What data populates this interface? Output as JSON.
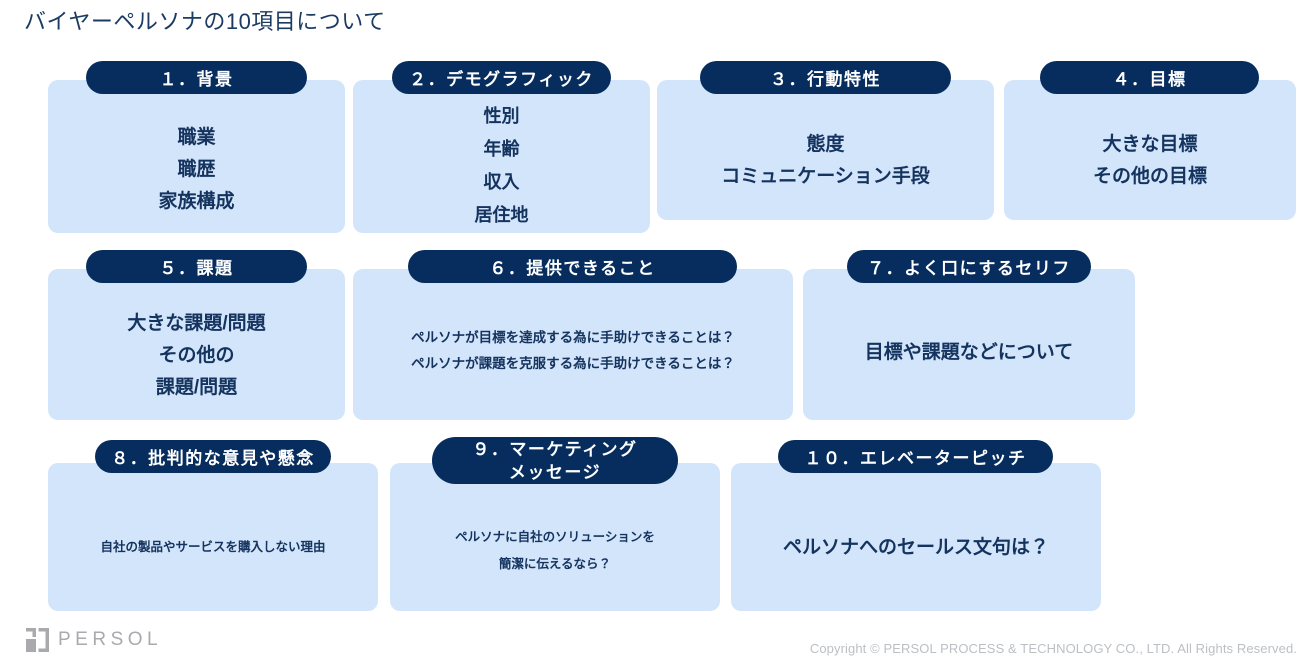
{
  "page": {
    "title": "バイヤーペルソナの10項目について",
    "accent_navy": "#062d5e",
    "card_blue": "#d3e5fa",
    "text_navy": "#14335e"
  },
  "cards": [
    {
      "number": "1",
      "header": "１．背景",
      "lines": [
        "職業",
        "職歴",
        "家族構成"
      ]
    },
    {
      "number": "2",
      "header": "２．デモグラフィック",
      "lines": [
        "性別",
        "年齢",
        "収入",
        "居住地"
      ]
    },
    {
      "number": "3",
      "header": "３．行動特性",
      "lines": [
        "態度",
        "コミュニケーション手段"
      ]
    },
    {
      "number": "4",
      "header": "４．目標",
      "lines": [
        "大きな目標",
        "その他の目標"
      ]
    },
    {
      "number": "5",
      "header": "５．課題",
      "lines": [
        "大きな課題/問題",
        "その他の",
        "課題/問題"
      ]
    },
    {
      "number": "6",
      "header": "６．提供できること",
      "lines": [
        "ペルソナが目標を達成する為に手助けできることは？",
        "ペルソナが課題を克服する為に手助けできることは？"
      ]
    },
    {
      "number": "7",
      "header": "７．よく口にするセリフ",
      "lines": [
        "目標や課題などについて"
      ]
    },
    {
      "number": "8",
      "header": "８．批判的な意見や懸念",
      "lines": [
        "自社の製品やサービスを購入しない理由"
      ]
    },
    {
      "number": "9",
      "header_line1": "９．マーケティング",
      "header_line2": "メッセージ",
      "lines": [
        "ペルソナに自社のソリューションを",
        "簡潔に伝えるなら？"
      ]
    },
    {
      "number": "10",
      "header": "１０．エレベーターピッチ",
      "lines": [
        "ペルソナへのセールス文句は？"
      ]
    }
  ],
  "footer": {
    "logo_text": "PERSOL",
    "logo_icon": "persol-logo-mark",
    "copyright": "Copyright © PERSOL PROCESS & TECHNOLOGY CO., LTD. All Rights Reserved."
  }
}
